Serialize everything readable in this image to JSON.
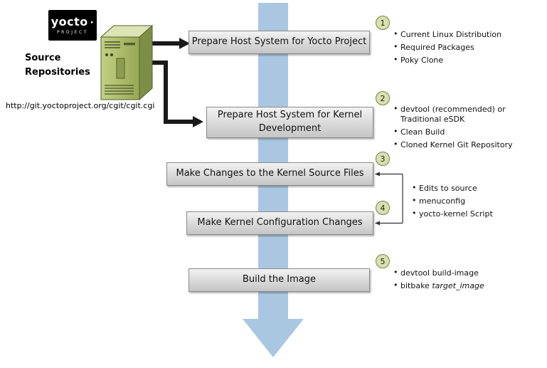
{
  "logo": {
    "name": "yocto",
    "dot": "·",
    "sub": "PROJECT"
  },
  "source": {
    "label": "Source Repositories",
    "url": "http://git.yoctoproject.org/cgit/cgit.cgi"
  },
  "steps": [
    {
      "num": "1",
      "box": "Prepare Host System for Yocto Project",
      "bullets": [
        "Current Linux Distribution",
        "Required Packages",
        "Poky Clone"
      ]
    },
    {
      "num": "2",
      "box": "Prepare Host System for Kernel Development",
      "bullets": [
        "devtool (recommended) or Traditional eSDK",
        "Clean Build",
        "Cloned Kernel Git Repository"
      ]
    },
    {
      "num": "3",
      "box": "Make Changes to the Kernel Source Files"
    },
    {
      "num": "4",
      "box": "Make Kernel Configuration Changes"
    },
    {
      "num": "5",
      "box": "Build the Image"
    }
  ],
  "shared_bullets_steps_3_4": [
    "Edits to source",
    "menuconfig",
    "yocto-kernel Script"
  ],
  "build_bullets": {
    "devtool": "devtool build-image",
    "bitbake_prefix": "bitbake",
    "bitbake_target": "target_image"
  },
  "colors": {
    "flow-arrow": "#aac7e2",
    "box-border": "#8a8a8a",
    "circle-fill": "#d9dfad",
    "circle-border": "#75834b",
    "server-front": "#aebc68",
    "server-top": "#dce3b4",
    "server-side": "#7e8f45"
  }
}
